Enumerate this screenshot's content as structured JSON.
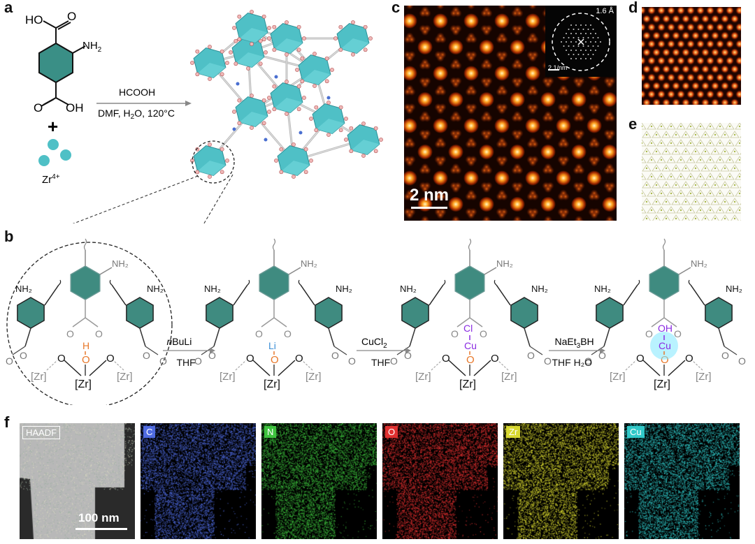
{
  "panels": {
    "a": "a",
    "b": "b",
    "c": "c",
    "d": "d",
    "e": "e",
    "f": "f"
  },
  "panel_a": {
    "reaction_top": "HCOOH",
    "reaction_bottom_parts": [
      "DMF, H",
      "2",
      "O, 120°C"
    ],
    "linker": {
      "oh1": "HO",
      "oh2": "OH",
      "nh2": "NH",
      "nh2_sub": "2",
      "o1": "O",
      "o2": "O"
    },
    "plus": "+",
    "metal": {
      "label": "Zr",
      "sup": "4+"
    }
  },
  "panel_b": {
    "steps": [
      {
        "top_parts": [
          "",
          "n",
          "BuLi"
        ],
        "bottom": "THF"
      },
      {
        "top_parts": [
          "CuCl",
          "2",
          ""
        ],
        "bottom": "THF"
      },
      {
        "top_parts": [
          "NaEt",
          "3",
          "BH"
        ],
        "bottom": "THF   H₂O"
      }
    ],
    "nh2": "NH₂",
    "zr_center": "[Zr]",
    "zr_side": "[Zr]",
    "o": "O",
    "states": [
      {
        "bridge": "H",
        "color_bridge": "#e8782a"
      },
      {
        "bridge": "Li",
        "color_bridge": "#3c8fd6"
      },
      {
        "bridge": "Cu",
        "top": "Cl",
        "color_bridge": "#8a2be2"
      },
      {
        "bridge": "Cu",
        "top": "OH",
        "color_bridge": "#8a2be2"
      }
    ]
  },
  "panel_c": {
    "scale": "2 nm",
    "fft_label": "1.6 Å",
    "fft_scale": "2 1/nm"
  },
  "panel_f": {
    "maps": [
      {
        "label": "HAADF",
        "color": "#cccccc"
      },
      {
        "label": "C",
        "color": "#4f6be0"
      },
      {
        "label": "N",
        "color": "#3ec23e"
      },
      {
        "label": "O",
        "color": "#e03030"
      },
      {
        "label": "Zr",
        "color": "#d8d830"
      },
      {
        "label": "Cu",
        "color": "#30c8c8"
      }
    ],
    "scale": "100 nm"
  },
  "colors": {
    "teal": "#3a8f86",
    "cluster": "#4fc0c6",
    "ring": "#3f8b80"
  }
}
